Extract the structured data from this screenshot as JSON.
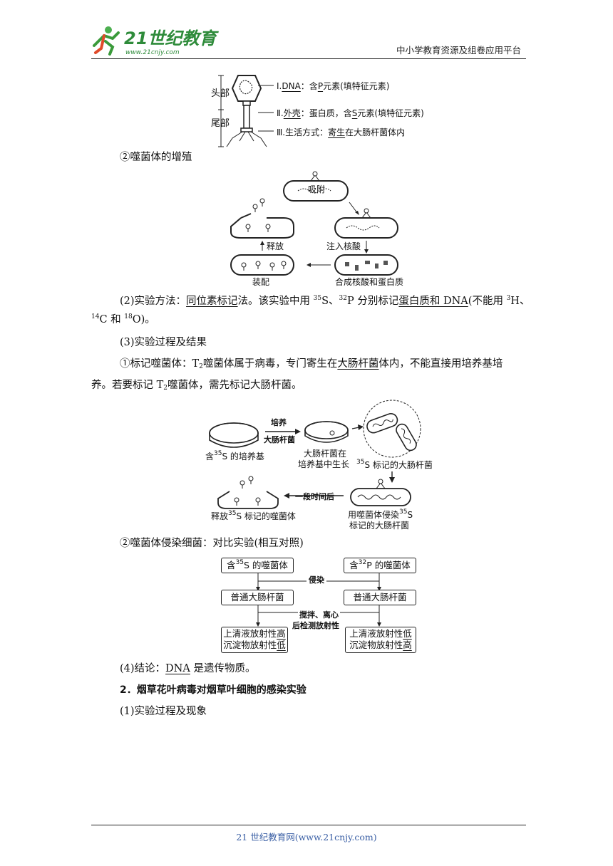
{
  "header": {
    "logo_main": "21世纪教育",
    "logo_url": "www.21cnjy.com",
    "right_text": "中小学教育资源及组卷应用平台"
  },
  "phage_structure": {
    "head_label": "头部",
    "tail_label": "尾部",
    "i_label": "Ⅰ.",
    "i_under": "DNA",
    "i_mid": "：含",
    "i_under2": "P",
    "i_tail": "元素(填特征元素)",
    "ii_label": "Ⅱ.",
    "ii_under": "外壳",
    "ii_mid": "：蛋白质，含",
    "ii_under2": "S",
    "ii_tail": "元素(填特征元素)",
    "iii_label": "Ⅲ.生活方式：",
    "iii_under": "寄生",
    "iii_tail": "在大肠杆菌体内"
  },
  "reproduction": {
    "heading": "②噬菌体的增殖",
    "adsorb": "吸附",
    "release": "释放",
    "inject": "注入核酸",
    "assemble": "装配",
    "synth": "合成核酸和蛋白质"
  },
  "method": {
    "prefix": "(2)实验方法：",
    "under1": "同位素标记",
    "mid1": "法。该实验中用",
    "s35": "35",
    "s": "S、",
    "p32": "32",
    "p": "P 分别标记",
    "under2": "蛋白质和 DNA",
    "mid2": "(不能用",
    "h3": "3",
    "h": "H、",
    "c14": "14",
    "c": "C 和",
    "o18": "18",
    "o": "O)。"
  },
  "process": {
    "heading": "(3)实验过程及结果",
    "line1_a": "①标记噬菌体：T",
    "line1_sub": "2",
    "line1_b": "噬菌体属于病毒，专门寄生在",
    "line1_under": "大肠杆菌",
    "line1_c": "体内，不能直接用培养基培",
    "line2_a": "养。若要标记 T",
    "line2_sub": "2",
    "line2_b": "噬菌体，需先标记大肠杆菌。"
  },
  "labeling": {
    "culture_top": "培养",
    "culture_bot": "大肠杆菌",
    "medium_a": "含",
    "medium_sup": "35",
    "medium_b": "S 的培养基",
    "grow_1": "大肠杆菌在",
    "grow_2": "培养基中生长",
    "marked_sup": "35",
    "marked": "S 标记的大肠杆菌",
    "after": "一段时间后",
    "release_a": "释放",
    "release_sup": "35",
    "release_b": "S 标记的噬菌体",
    "infect_1a": "用噬菌体侵染",
    "infect_sup": "35",
    "infect_1b": "S",
    "infect_2": "标记的大肠杆菌"
  },
  "infection": {
    "heading": "②噬菌体侵染细菌：对比实验(相互对照)",
    "left_top_a": "含",
    "left_top_sup": "35",
    "left_top_b": "S 的噬菌体",
    "right_top_a": "含",
    "right_top_sup": "32",
    "right_top_b": "P 的噬菌体",
    "infect": "侵染",
    "left_mid": "普通大肠杆菌",
    "right_mid": "普通大肠杆菌",
    "stir1": "搅拌、离心",
    "stir2": "后检测放射性",
    "left_b1": "上清液放射性",
    "left_b1u": "高",
    "left_b2": "沉淀物放射性",
    "left_b2u": "低",
    "right_b1": "上清液放射性",
    "right_b1u": "低",
    "right_b2": "沉淀物放射性",
    "right_b2u": "高"
  },
  "conclusion": {
    "prefix": "(4)结论：",
    "under": "DNA",
    "tail": " 是遗传物质。"
  },
  "section2": {
    "heading": "2．烟草花叶病毒对烟草叶细胞的感染实验",
    "sub": "(1)实验过程及现象"
  },
  "footer": {
    "text": "21 世纪教育网(www.21cnjy.com)"
  }
}
